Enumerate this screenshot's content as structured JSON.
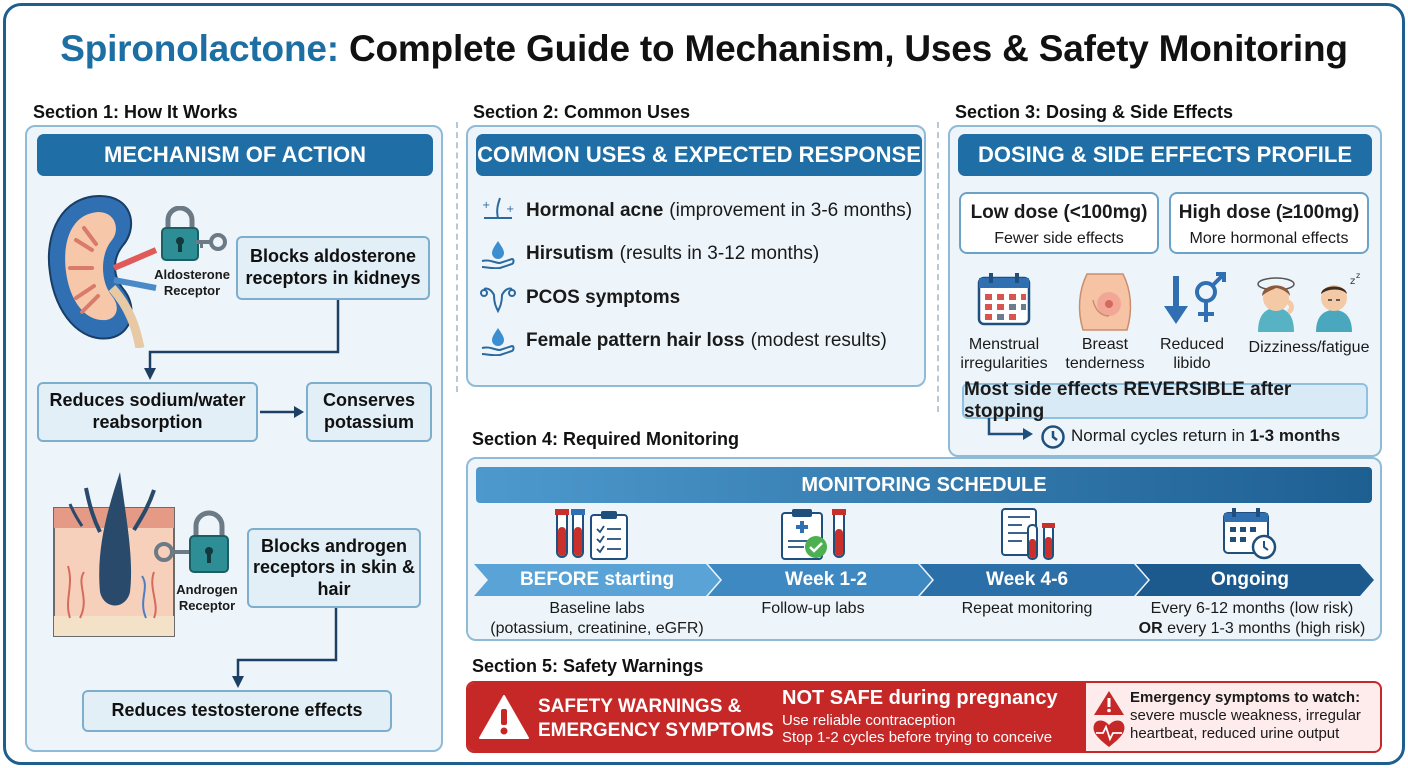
{
  "title": {
    "highlight": "Spironolactone:",
    "rest": "Complete Guide to Mechanism, Uses & Safety Monitoring"
  },
  "colors": {
    "primary": "#1f6ea6",
    "frame": "#1d5f8f",
    "panel_bg": "#eef5fa",
    "warning_red": "#c62828"
  },
  "section1": {
    "label": "Section 1: How It Works",
    "header": "MECHANISM OF ACTION",
    "aldosterone_receptor": "Aldosterone Receptor",
    "blocks_aldosterone": "Blocks aldosterone receptors in kidneys",
    "reduces_sodium": "Reduces sodium/water reabsorption",
    "conserves_potassium": "Conserves potassium",
    "androgen_receptor": "Androgen Receptor",
    "blocks_androgen": "Blocks androgen receptors in skin & hair",
    "reduces_testosterone": "Reduces testosterone effects",
    "icons": [
      "kidney-icon",
      "lock-key-icon",
      "skin-hair-follicle-icon"
    ]
  },
  "section2": {
    "label": "Section 2: Common Uses",
    "header": "COMMON USES & EXPECTED RESPONSE",
    "uses": [
      {
        "name": "Hormonal acne",
        "note": "(improvement in 3-6 months)",
        "icon": "skin-sparkle-icon"
      },
      {
        "name": "Hirsutism",
        "note": "(results in 3-12 months)",
        "icon": "hand-drop-icon"
      },
      {
        "name": "PCOS symptoms",
        "note": "",
        "icon": "uterus-icon"
      },
      {
        "name": "Female pattern hair loss",
        "note": "(modest results)",
        "icon": "hand-drop-icon"
      }
    ]
  },
  "section3": {
    "label": "Section 3: Dosing & Side Effects",
    "header": "DOSING & SIDE EFFECTS PROFILE",
    "low_dose": {
      "title": "Low dose (<100mg)",
      "desc": "Fewer side effects"
    },
    "high_dose": {
      "title": "High dose (≥100mg)",
      "desc": "More hormonal effects"
    },
    "side_effects": [
      {
        "label": "Menstrual irregularities",
        "icon": "calendar-icon"
      },
      {
        "label": "Breast tenderness",
        "icon": "breast-icon"
      },
      {
        "label": "Reduced libido",
        "icon": "gender-arrow-down-icon"
      },
      {
        "label": "Dizziness/fatigue",
        "icon": "dizzy-tired-person-icon"
      }
    ],
    "reversible": "Most side effects REVERSIBLE after stopping",
    "normal_cycles_prefix": "Normal cycles return in ",
    "normal_cycles_bold": "1-3 months"
  },
  "section4": {
    "label": "Section 4: Required Monitoring",
    "header": "MONITORING SCHEDULE",
    "steps": [
      {
        "label": "BEFORE starting",
        "desc1": "Baseline labs",
        "desc2": "(potassium, creatinine, eGFR)",
        "icon": "blood-tubes-clipboard-icon"
      },
      {
        "label": "Week 1-2",
        "desc1": "Follow-up labs",
        "desc2": "",
        "icon": "clipboard-check-icon"
      },
      {
        "label": "Week 4-6",
        "desc1": "Repeat monitoring",
        "desc2": "",
        "icon": "lab-report-icon"
      },
      {
        "label": "Ongoing",
        "desc1": "Every 6-12 months (low risk)",
        "desc2_bold": "OR",
        "desc2": " every 1-3 months (high risk)",
        "icon": "calendar-clock-icon"
      }
    ]
  },
  "section5": {
    "label": "Section 5: Safety Warnings",
    "warning_title_1": "SAFETY WARNINGS &",
    "warning_title_2": "EMERGENCY SYMPTOMS",
    "pregnancy_title": "NOT SAFE during pregnancy",
    "pregnancy_line1": "Use reliable contraception",
    "pregnancy_line2": "Stop 1-2 cycles before trying to conceive",
    "emergency_title": "Emergency symptoms to watch:",
    "emergency_line1": "severe muscle weakness, irregular",
    "emergency_line2": "heartbeat, reduced urine output"
  }
}
